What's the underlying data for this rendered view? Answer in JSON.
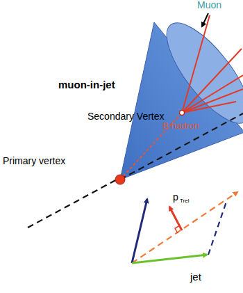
{
  "diagram": {
    "labels": [
      "Muon",
      "muon-in-jet",
      "Secondary Vertex",
      "Primary vertex",
      "B hadron",
      "p",
      "Trel",
      "jet"
    ]
  }
}
